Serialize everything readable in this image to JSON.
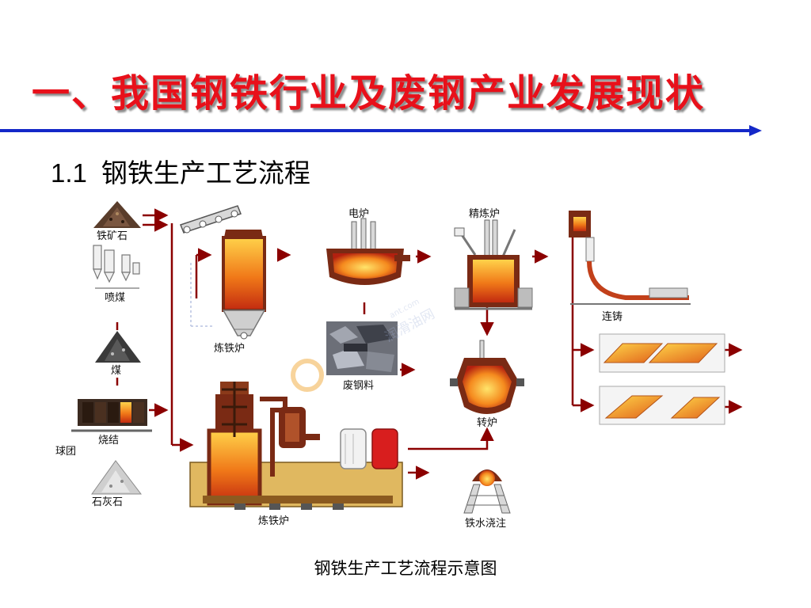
{
  "header": {
    "title": "一、我国钢铁行业及废钢产业发展现状",
    "rule_color": "#1428c8"
  },
  "section": {
    "number": "1.1",
    "title": "钢铁生产工艺流程"
  },
  "diagram": {
    "labels": {
      "iron_ore": "铁矿石",
      "pcoal": "喷煤",
      "coal": "煤",
      "sinter": "烧结",
      "pellet": "球团",
      "limestone": "石灰石",
      "bf_top": "炼铁炉",
      "bf_main": "炼铁炉",
      "eaf": "电炉",
      "ladle_furnace": "精炼炉",
      "scrap": "废钢料",
      "converter": "转炉",
      "casting": "连铸",
      "iron_pouring": "铁水浇注"
    },
    "watermark": "润滑油网",
    "watermark_url": "ant.com",
    "colors": {
      "flow": "#8b0000",
      "molten": "#f07818",
      "shell": "#7a2a14",
      "gray": "#9a9a9a"
    }
  },
  "caption": "钢铁生产工艺流程示意图"
}
